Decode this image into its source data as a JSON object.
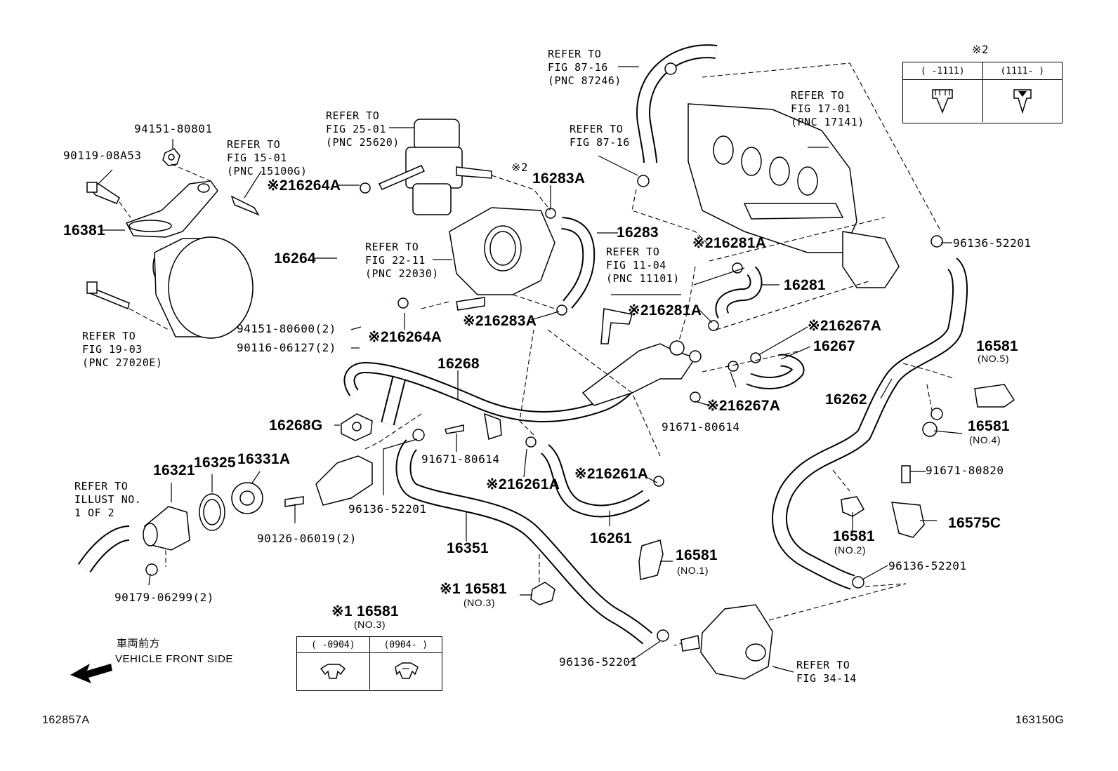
{
  "diagram": {
    "ref_fig_87_16_top": "REFER TO\nFIG 87-16\n(PNC 87246)",
    "ref_fig_25_01": "REFER TO\nFIG 25-01\n(PNC 25620)",
    "ref_fig_15_01": "REFER TO\nFIG 15-01\n(PNC 15100G)",
    "ref_fig_87_16_mid": "REFER TO\nFIG 87-16",
    "ref_fig_17_01": "REFER TO\nFIG 17-01\n(PNC 17141)",
    "ref_fig_22_11": "REFER TO\nFIG 22-11\n(PNC 22030)",
    "ref_fig_11_04": "REFER TO\nFIG 11-04\n(PNC 11101)",
    "ref_fig_19_03": "REFER TO\nFIG 19-03\n(PNC 27020E)",
    "ref_illust": "REFER TO\nILLUST NO.\n1 OF 2",
    "ref_fig_34_14": "REFER TO\nFIG 34-14",
    "labels": {
      "p94151_80801": "94151-80801",
      "p90119_08A53": "90119-08A53",
      "p16264A_top": "※216264A",
      "p16381": "16381",
      "p16264": "16264",
      "p94151_80600": "94151-80600(2)",
      "p90116_06127": "90116-06127(2)",
      "p16264A_bot": "※216264A",
      "p16268": "16268",
      "p16268G": "16268G",
      "p16321": "16321",
      "p16325": "16325",
      "p16331A": "16331A",
      "p90126_06019": "90126-06019(2)",
      "p96136_52201_a": "96136-52201",
      "p90179_06299": "90179-06299(2)",
      "p91671_80614_a": "91671-80614",
      "p16351": "16351",
      "p16261A_left": "※216261A",
      "p16261A_right": "※216261A",
      "p16261": "16261",
      "p16581_no1": "16581",
      "p16581_no1_sub": "(NO.1)",
      "p16581_no3": "※1 16581",
      "p16581_no3_sub": "(NO.3)",
      "p96136_52201_b": "96136-52201",
      "p2_283": "※2",
      "p16283A_top": "16283A",
      "p16283": "16283",
      "p16283A_bot": "※216283A",
      "p16281A_top": "※216281A",
      "p16281": "16281",
      "p16281A_mid": "※216281A",
      "p16267A_top": "※216267A",
      "p16267": "16267",
      "p16267A_bot": "※216267A",
      "p91671_80614_b": "91671-80614",
      "p96136_52201_c": "96136-52201",
      "p16581_no5": "16581",
      "p16581_no5_sub": "(NO.5)",
      "p16262": "16262",
      "p16581_no4": "16581",
      "p16581_no4_sub": "(NO.4)",
      "p91671_80820": "91671-80820",
      "p16575C": "16575C",
      "p16581_no2": "16581",
      "p16581_no2_sub": "(NO.2)",
      "p96136_52201_d": "96136-52201"
    },
    "table_top": {
      "title": "※2",
      "col1": "(     -1111)",
      "col2": "(1111-     )"
    },
    "table_bottom": {
      "title": "※1 16581",
      "subtitle": "(NO.3)",
      "col1": "(     -0904)",
      "col2": "(0904-     )"
    },
    "front_jp": "車両前方",
    "front_en": "VEHICLE FRONT SIDE",
    "code_left": "162857A",
    "code_right": "163150G"
  }
}
